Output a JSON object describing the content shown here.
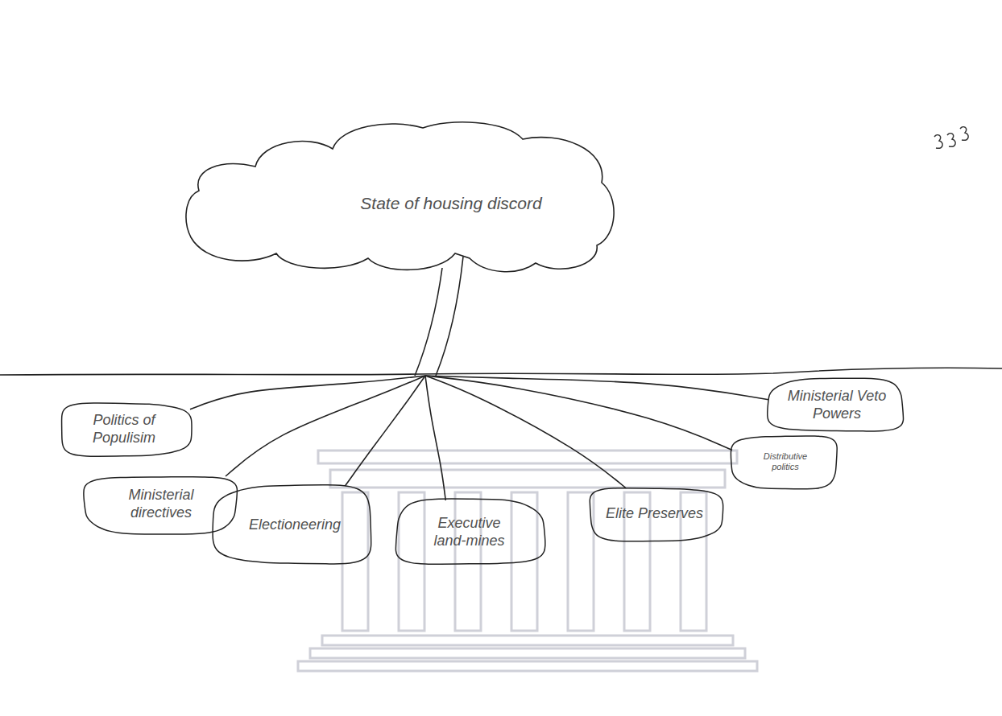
{
  "diagram": {
    "nodes": [
      {
        "text": [
          "State of housing discord"
        ]
      },
      {
        "text": [
          "Politics of Populisim"
        ]
      },
      {
        "text": [
          "Ministerial directives"
        ]
      },
      {
        "text": [
          "Electioneering"
        ]
      },
      {
        "text": [
          "Executive land-mines"
        ]
      },
      {
        "text": [
          "Elite Preserves"
        ]
      },
      {
        "text": [
          "Distributive politics"
        ]
      },
      {
        "text": [
          "Ministerial Veto Powers"
        ]
      }
    ],
    "edges": [
      {
        "from": 0,
        "to": 1,
        "arrow": "none"
      },
      {
        "from": 0,
        "to": 2,
        "arrow": "none"
      },
      {
        "from": 0,
        "to": 3,
        "arrow": "none"
      },
      {
        "from": 0,
        "to": 4,
        "arrow": "none"
      },
      {
        "from": 0,
        "to": 5,
        "arrow": "none"
      },
      {
        "from": 0,
        "to": 6,
        "arrow": "none"
      },
      {
        "from": 0,
        "to": 7,
        "arrow": "none"
      }
    ]
  }
}
